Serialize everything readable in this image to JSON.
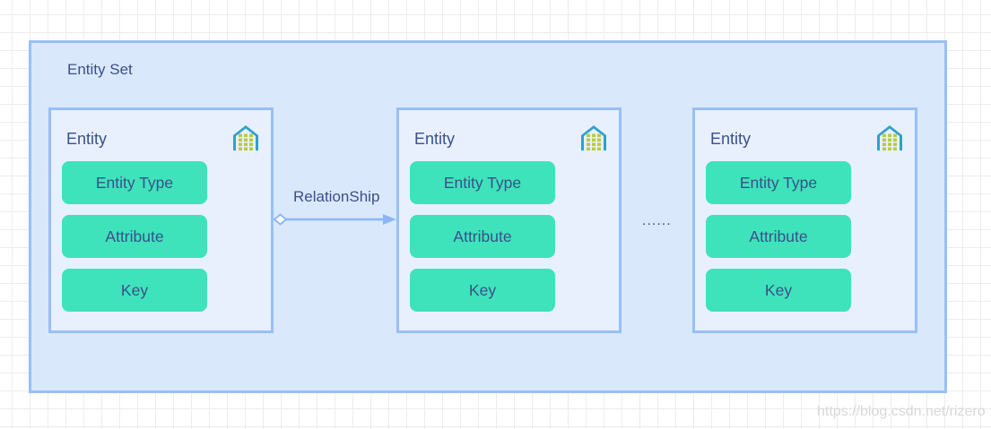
{
  "entity_set": {
    "label": "Entity Set"
  },
  "entities": [
    {
      "label": "Entity",
      "icon": "database-icon",
      "items": [
        "Entity Type",
        "Attribute",
        "Key"
      ]
    },
    {
      "label": "Entity",
      "icon": "database-icon",
      "items": [
        "Entity Type",
        "Attribute",
        "Key"
      ]
    },
    {
      "label": "Entity",
      "icon": "database-icon",
      "items": [
        "Entity Type",
        "Attribute",
        "Key"
      ]
    }
  ],
  "relationship": {
    "label": "RelationShip"
  },
  "ellipsis": "......",
  "watermark": "https://blog.csdn.net/rizero",
  "colors": {
    "set_fill": "#dae8fc",
    "border": "#98bff8",
    "entity_fill": "#e8f0fd",
    "pill_fill": "#3ee3bb",
    "text": "#3b4f8a",
    "icon_frame": "#2fa0d0",
    "icon_grid": "#b6cc3c"
  }
}
